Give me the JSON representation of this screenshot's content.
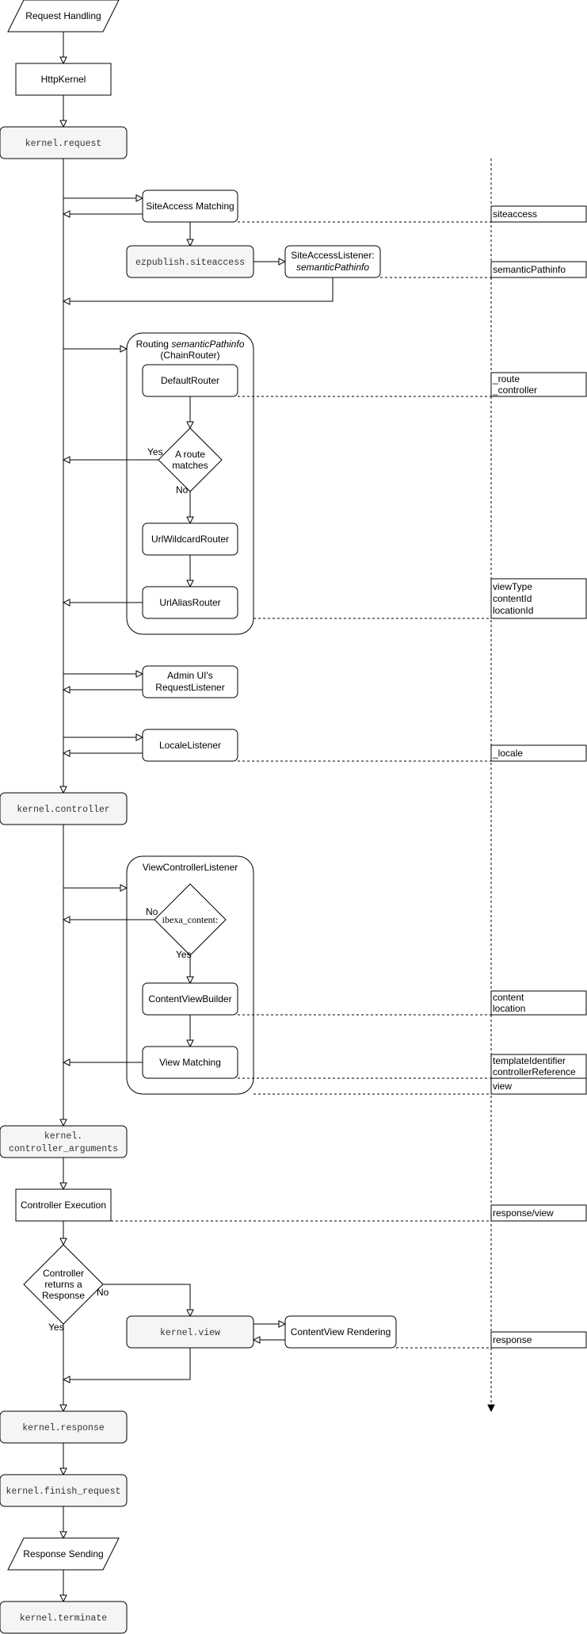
{
  "nodes": {
    "request_handling": "Request Handling",
    "http_kernel": "HttpKernel",
    "kernel_request": "kernel.request",
    "siteaccess_matching": "SiteAccess Matching",
    "ezpublish_siteaccess": "ezpublish.siteaccess",
    "siteaccess_listener_1": "SiteAccessListener:",
    "siteaccess_listener_2": "semanticPathinfo",
    "routing_title_1a": "Routing ",
    "routing_title_1b": "semanticPathinfo",
    "routing_title_2": "(ChainRouter)",
    "default_router": "DefaultRouter",
    "route_match_1": "A route",
    "route_match_2": "matches",
    "yes_route": "Yes",
    "no_route": "No",
    "url_wildcard_router": "UrlWildcardRouter",
    "url_alias_router": "UrlAliasRouter",
    "admin_ui_1": "Admin UI's",
    "admin_ui_2": "RequestListener",
    "locale_listener": "LocaleListener",
    "kernel_controller": "kernel.controller",
    "view_controller_listener": "ViewControllerListener",
    "ibexa_content": "ibexa_content:",
    "no_ibexa": "No",
    "yes_ibexa": "Yes",
    "content_view_builder": "ContentViewBuilder",
    "view_matching": "View Matching",
    "kernel_controller_arguments_1": "kernel.",
    "kernel_controller_arguments_2": "controller_arguments",
    "controller_execution": "Controller Execution",
    "controller_returns_1": "Controller",
    "controller_returns_2": "returns a",
    "controller_returns_3": "Response",
    "no_controller": "No",
    "yes_controller": "Yes",
    "kernel_view": "kernel.view",
    "content_view_rendering": "ContentView Rendering",
    "kernel_response": "kernel.response",
    "kernel_finish_request": "kernel.finish_request",
    "response_sending": "Response Sending",
    "kernel_terminate": "kernel.terminate"
  },
  "attributes": {
    "siteaccess": "siteaccess",
    "semantic_pathinfo": "semanticPathinfo",
    "route": "_route",
    "controller": "_controller",
    "view_type": "viewType",
    "content_id": "contentId",
    "location_id": "locationId",
    "locale": "_locale",
    "content": "content",
    "location": "location",
    "template_identifier": "templateIdentifier",
    "controller_reference": "controllerReference",
    "view": "view",
    "response_view": "response/view",
    "response": "response"
  }
}
